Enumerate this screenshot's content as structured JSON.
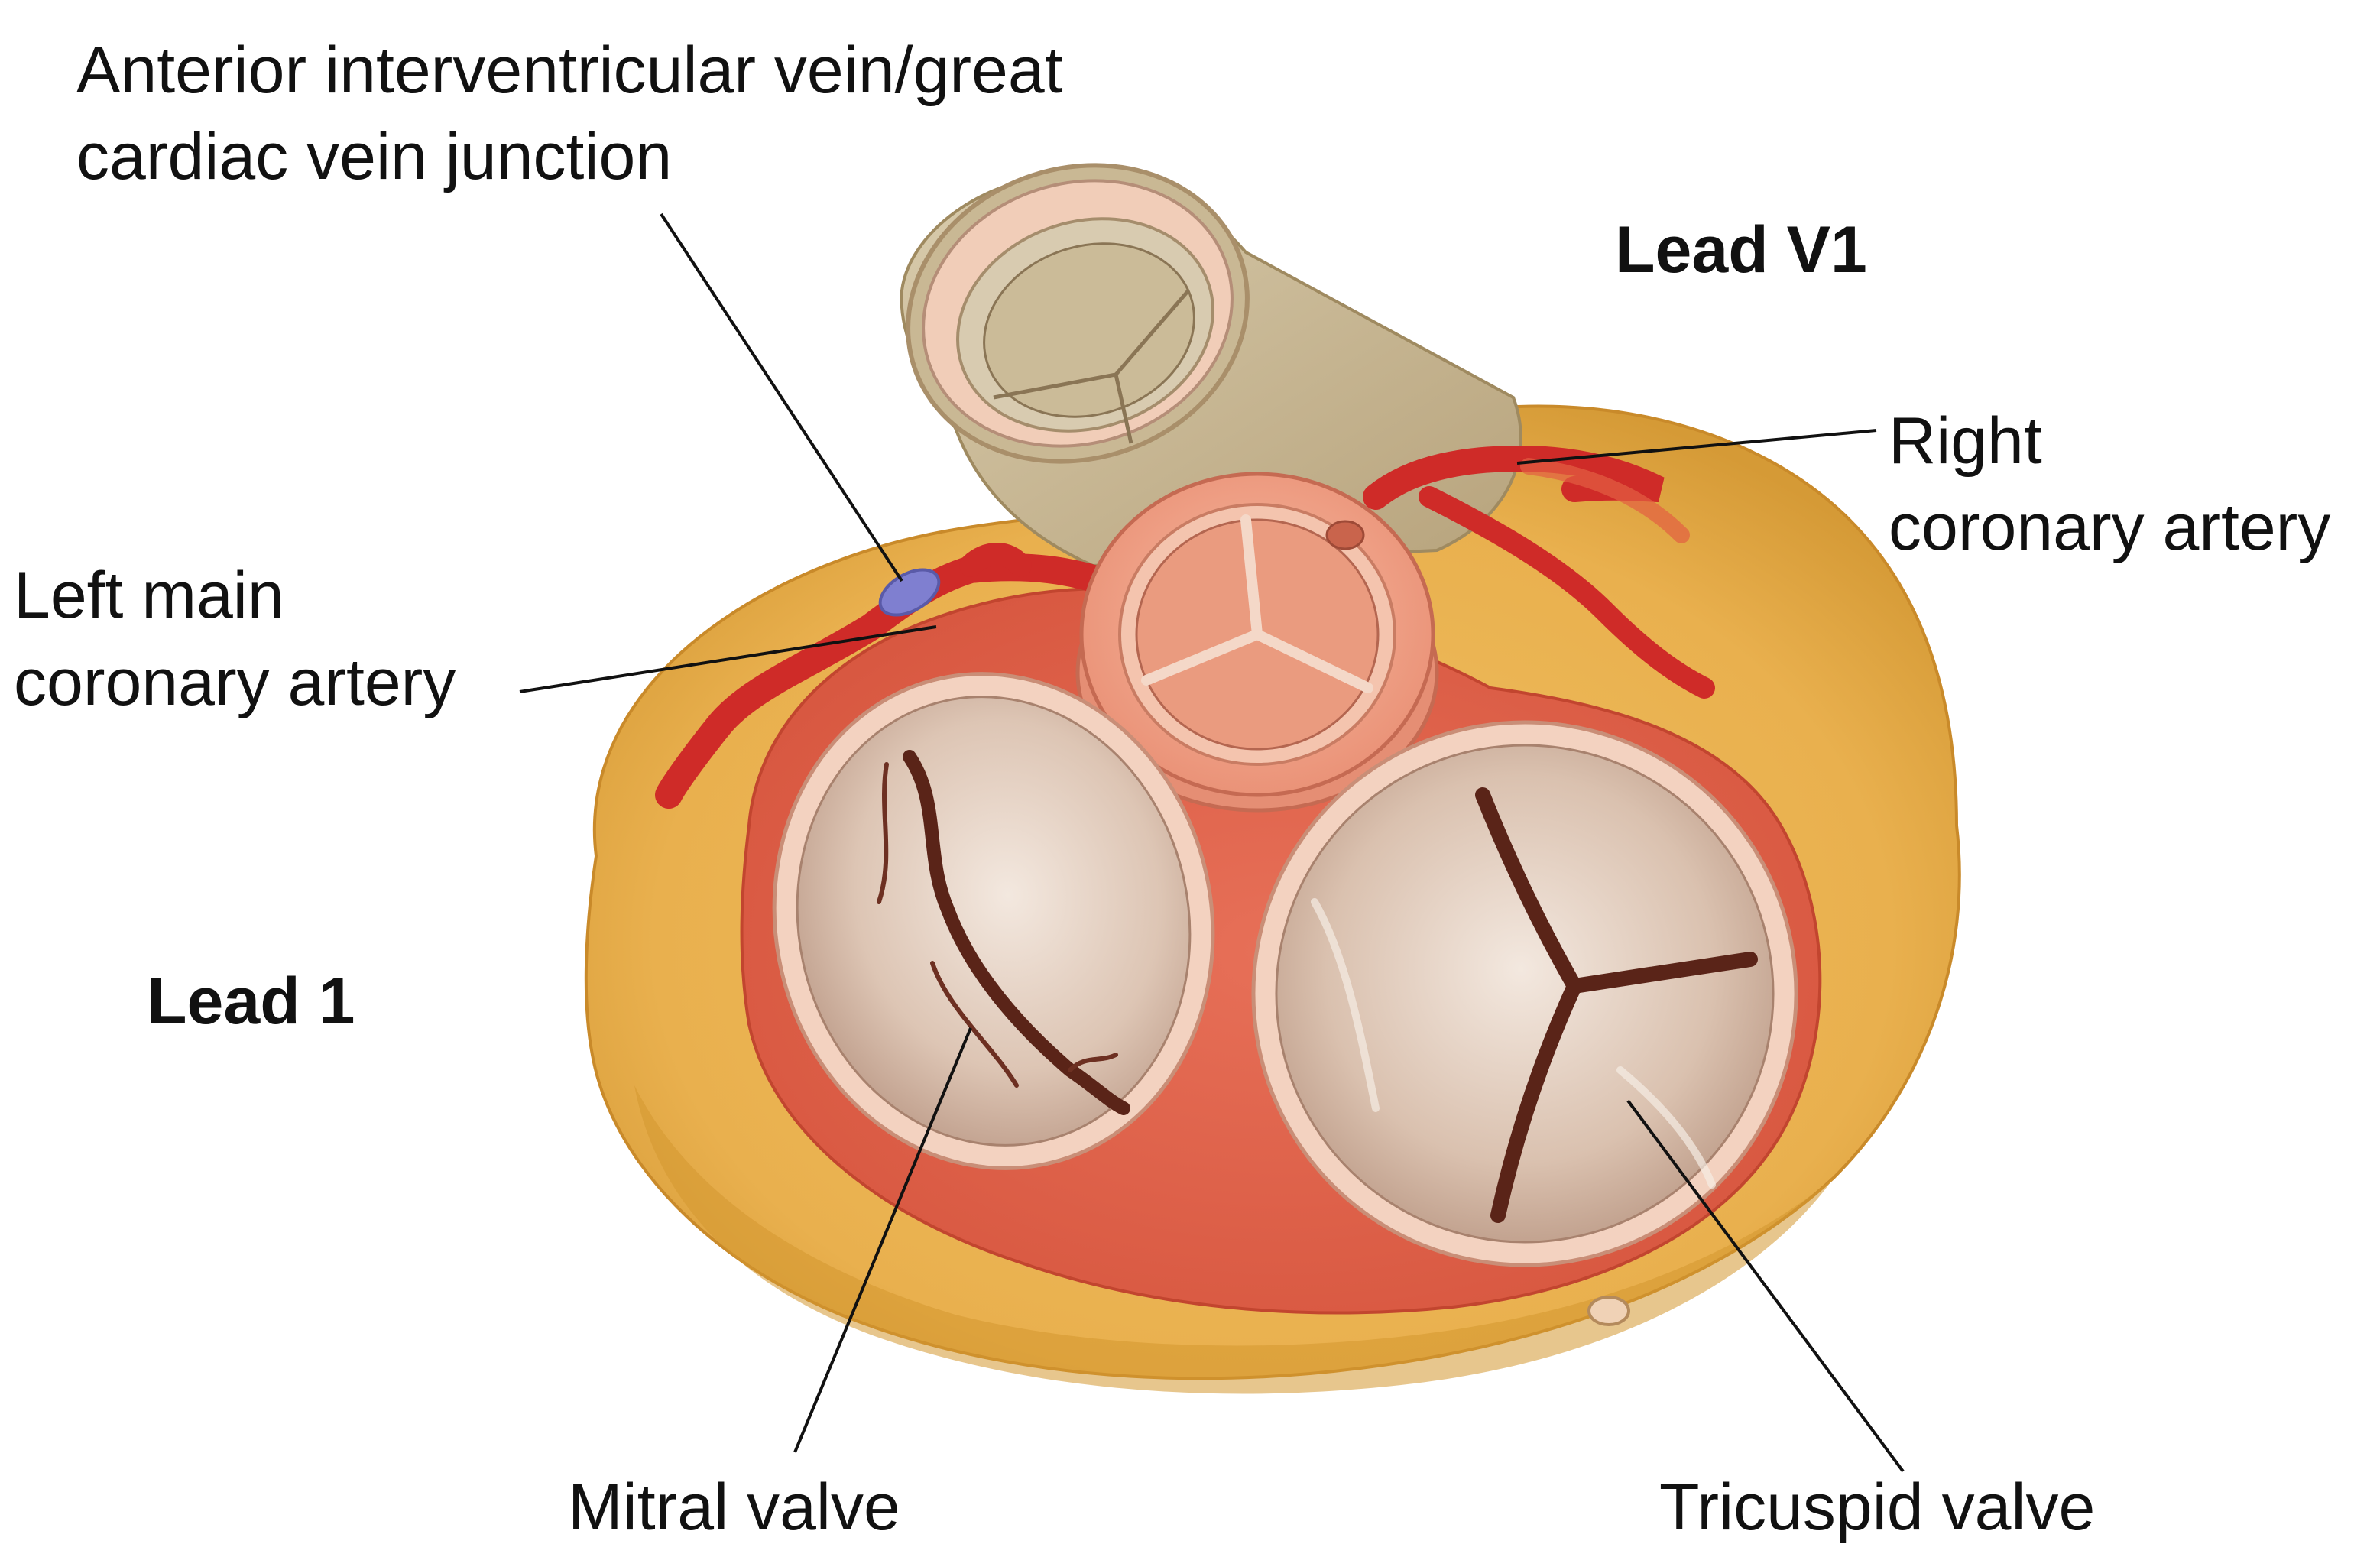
{
  "labels": {
    "aiv_gcv_junction": [
      "Anterior interventricular vein/great",
      "cardiac vein junction"
    ],
    "lead_v1": "Lead V1",
    "right_coronary_artery": [
      "Right",
      "coronary artery"
    ],
    "left_main_coronary_artery": [
      "Left main",
      "coronary artery"
    ],
    "lead_1": "Lead 1",
    "mitral_valve": "Mitral valve",
    "tricuspid_valve": "Tricuspid valve"
  },
  "colors": {
    "epicardial_fat": "#e9b04e",
    "fat_shadow": "#d1952f",
    "myocardium": "#e0614a",
    "coronary_artery": "#cf2b28",
    "vein": "#7f7fd0",
    "valve_leaflet": "#d8bfae",
    "valve_leaflet_light": "#efe3d9",
    "annulus_ring": "#f3d2c0",
    "aortic_root": "#f2a68d",
    "pulmonary_trunk": "#c9b894",
    "commissure_gap": "#5a2418",
    "leader_line": "#111111"
  }
}
